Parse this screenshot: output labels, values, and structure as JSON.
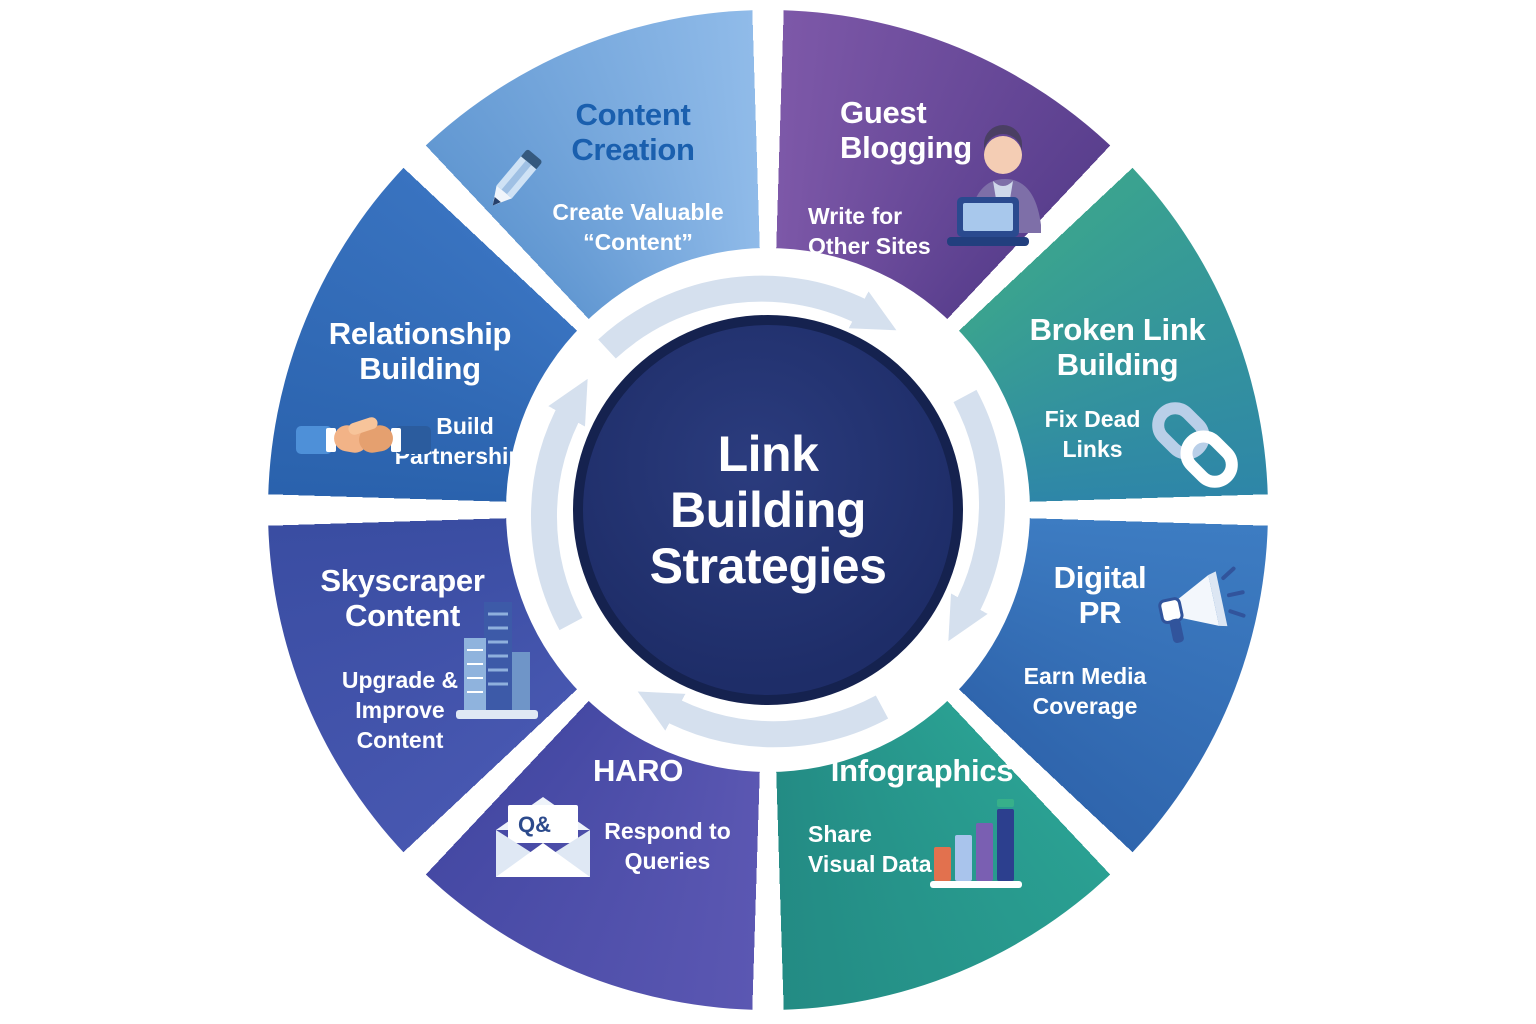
{
  "diagram": {
    "center_title_lines": [
      "Link",
      "Building",
      "Strategies"
    ],
    "envelope_label": "Q&",
    "colors": {
      "background": "#ffffff",
      "center_fill": "#1e2d68",
      "center_ring": "#15224f",
      "arrow": "#d5e0ee"
    },
    "segments": [
      {
        "id": "content-creation",
        "title": "Content Creation",
        "subtitle": "Create Valuable “Content”",
        "icon": "pencil-icon",
        "color_start": "#6298d2",
        "color_end": "#90bbe9",
        "title_color": "#1a5fae"
      },
      {
        "id": "guest-blogging",
        "title": "Guest Blogging",
        "subtitle": "Write for Other Sites",
        "icon": "writer-icon",
        "color_start": "#7d58a8",
        "color_end": "#5a3f8e",
        "title_color": "#ffffff"
      },
      {
        "id": "broken-link-building",
        "title": "Broken Link Building",
        "subtitle": "Fix Dead Links",
        "icon": "chain-icon",
        "color_start": "#3aa38f",
        "color_end": "#2e86a8",
        "title_color": "#ffffff"
      },
      {
        "id": "digital-pr",
        "title": "Digital PR",
        "subtitle": "Earn Media Coverage",
        "icon": "megaphone-icon",
        "color_start": "#3d7cc2",
        "color_end": "#2f65ad",
        "title_color": "#ffffff"
      },
      {
        "id": "infographics",
        "title": "Infographics",
        "subtitle": "Share Visual Data",
        "icon": "bar-chart-icon",
        "color_start": "#2aa092",
        "color_end": "#238b84",
        "title_color": "#ffffff"
      },
      {
        "id": "haro",
        "title": "HARO",
        "subtitle": "Respond to Queries",
        "icon": "envelope-icon",
        "color_start": "#5b57b2",
        "color_end": "#4549a4",
        "title_color": "#ffffff"
      },
      {
        "id": "skyscraper-content",
        "title": "Skyscraper Content",
        "subtitle": "Upgrade & Improve Content",
        "icon": "building-icon",
        "color_start": "#4757b0",
        "color_end": "#3a4da2",
        "title_color": "#ffffff"
      },
      {
        "id": "relationship-building",
        "title": "Relationship Building",
        "subtitle": "Build Partnerships",
        "icon": "handshake-icon",
        "color_start": "#2a62ad",
        "color_end": "#3973c0",
        "title_color": "#ffffff"
      }
    ],
    "flow_order_from_top": [
      "guest-blogging",
      "broken-link-building",
      "digital-pr",
      "infographics",
      "haro",
      "skyscraper-content",
      "relationship-building",
      "content-creation"
    ]
  }
}
